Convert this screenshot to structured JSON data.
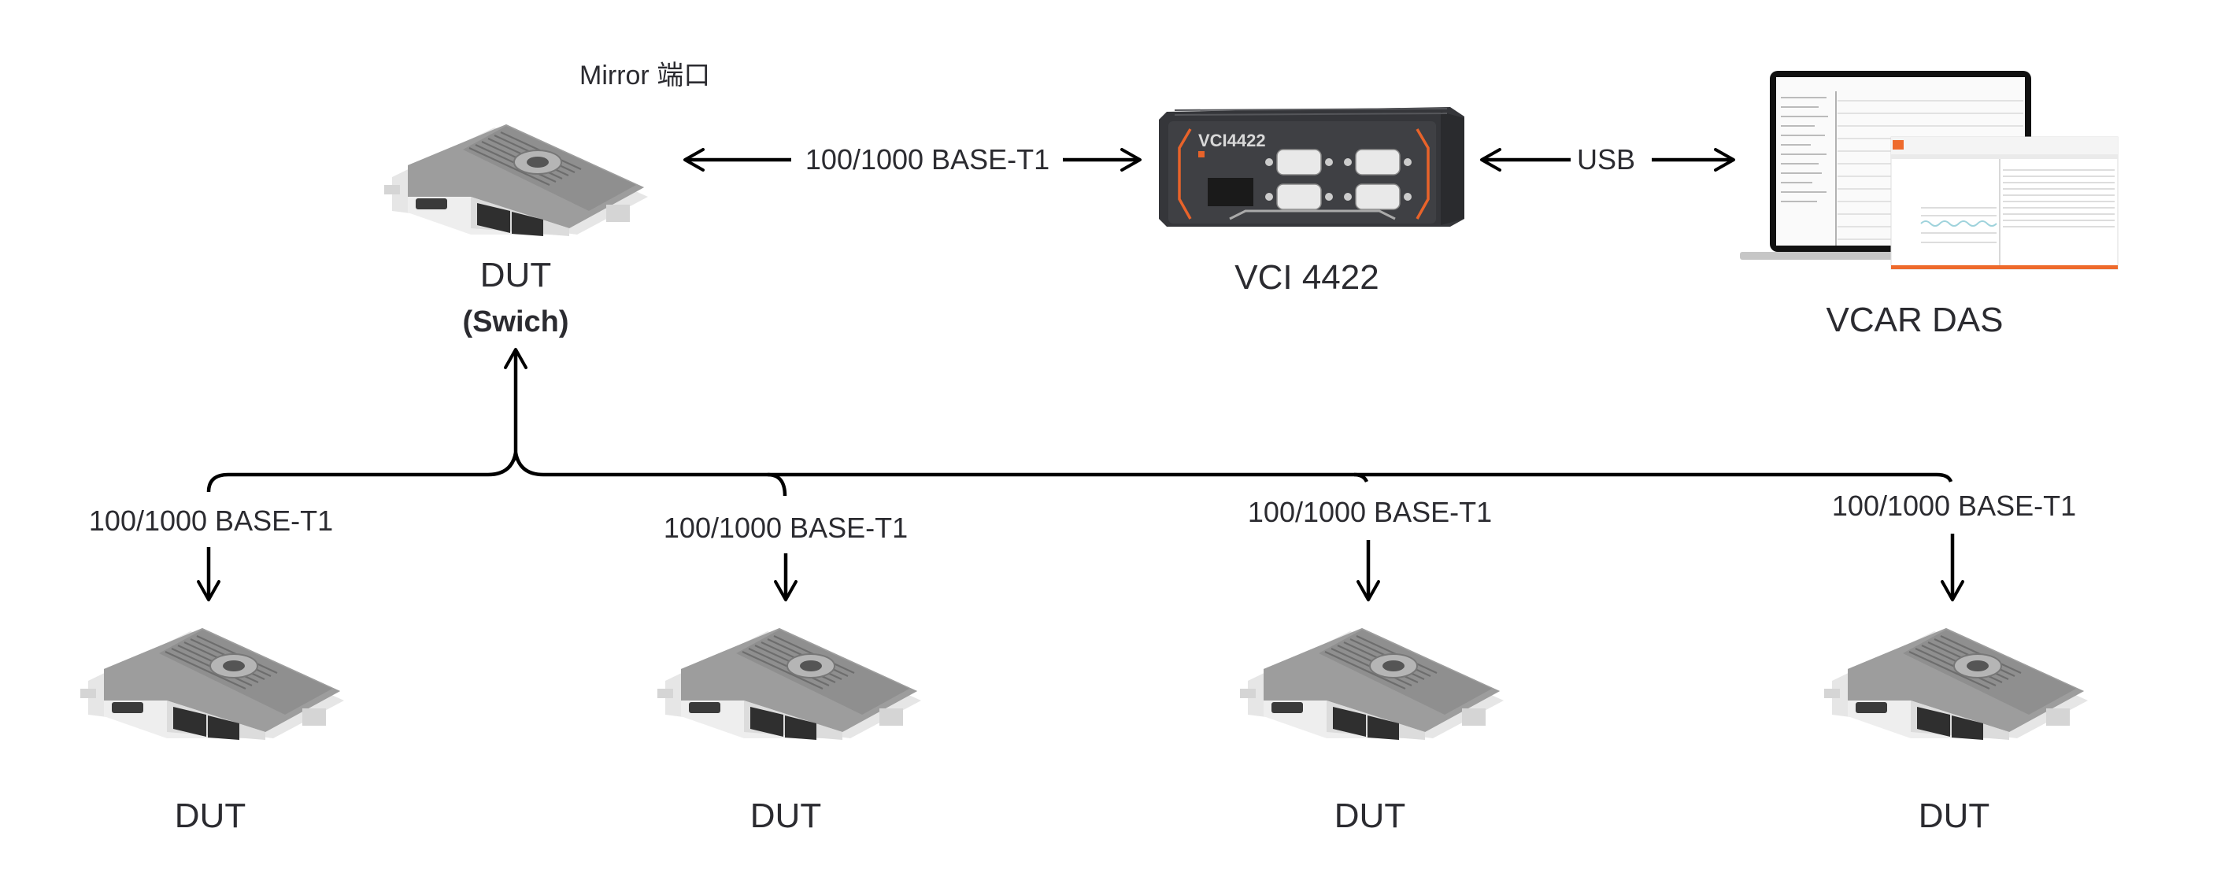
{
  "top_row": {
    "switch_dut": {
      "port_label": "Mirror 端口",
      "name": "DUT",
      "role": "(Swich)"
    },
    "link_switch_vci": "100/1000 BASE-T1",
    "vci": {
      "device_print": "VCI4422",
      "name": "VCI 4422"
    },
    "link_vci_pc": "USB",
    "pc": {
      "name": "VCAR DAS"
    }
  },
  "branches": [
    {
      "link": "100/1000 BASE-T1",
      "name": "DUT"
    },
    {
      "link": "100/1000 BASE-T1",
      "name": "DUT"
    },
    {
      "link": "100/1000 BASE-T1",
      "name": "DUT"
    },
    {
      "link": "100/1000 BASE-T1",
      "name": "DUT"
    }
  ],
  "colors": {
    "line": "#000000",
    "text": "#2b2b30",
    "vci_body": "#3a3b3f",
    "vci_accent": "#e8632a",
    "app_accent": "#ee6a2c"
  }
}
